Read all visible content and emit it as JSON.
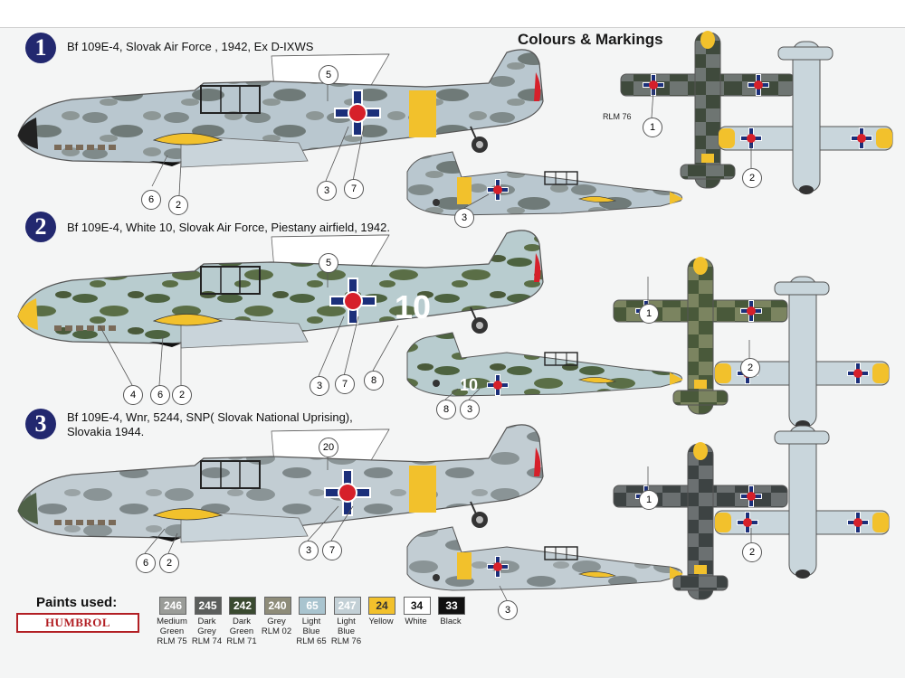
{
  "title": "Colours & Markings",
  "schemes": [
    {
      "number": "1",
      "caption_lines": [
        "Bf 109E-4, Slovak Air Force , 1942, Ex D-IXWS"
      ]
    },
    {
      "number": "2",
      "caption_lines": [
        "Bf 109E-4, White 10, Slovak Air Force, Piestany airfield, 1942."
      ]
    },
    {
      "number": "3",
      "caption_lines": [
        "Bf 109E-4, Wnr, 5244, SNP( Slovak National Uprising),",
        "Slovakia 1944."
      ]
    }
  ],
  "callouts": {
    "s1_side": [
      "5",
      "6",
      "2",
      "3",
      "7"
    ],
    "s1_small": [
      "3"
    ],
    "s1_top": [
      "RLM 76",
      "1",
      "2"
    ],
    "s2_side": [
      "5",
      "4",
      "6",
      "2",
      "3",
      "7",
      "8"
    ],
    "s2_small": [
      "8",
      "3"
    ],
    "s2_top": [
      "1",
      "2"
    ],
    "s3_side": [
      "20",
      "6",
      "2",
      "3",
      "7"
    ],
    "s3_small": [
      "3"
    ],
    "s3_top": [
      "1",
      "2"
    ]
  },
  "fuselage_codes": {
    "white_10": "10"
  },
  "paints_label": "Paints used:",
  "brand": "HUMBROL",
  "paints": [
    {
      "num": "246",
      "lines": [
        "Medium",
        "Green",
        "RLM 75"
      ],
      "color": "#9a9c98",
      "text_color": "#ffffff"
    },
    {
      "num": "245",
      "lines": [
        "Dark",
        "Grey",
        "RLM 74"
      ],
      "color": "#5b5e5c",
      "text_color": "#ffffff"
    },
    {
      "num": "242",
      "lines": [
        "Dark",
        "Green",
        "RLM 71"
      ],
      "color": "#3a4a30",
      "text_color": "#ffffff"
    },
    {
      "num": "240",
      "lines": [
        "Grey",
        "RLM 02"
      ],
      "color": "#8e8c79",
      "text_color": "#ffffff"
    },
    {
      "num": "65",
      "lines": [
        "Light",
        "Blue",
        "RLM 65"
      ],
      "color": "#a9c4cf",
      "text_color": "#ffffff"
    },
    {
      "num": "247",
      "lines": [
        "Light",
        "Blue",
        "RLM 76"
      ],
      "color": "#c3d0d6",
      "text_color": "#ffffff"
    },
    {
      "num": "24",
      "lines": [
        "Yellow"
      ],
      "color": "#f2c12c",
      "text_color": "#333333"
    },
    {
      "num": "34",
      "lines": [
        "White"
      ],
      "color": "#ffffff",
      "text_color": "#111111"
    },
    {
      "num": "33",
      "lines": [
        "Black"
      ],
      "color": "#111111",
      "text_color": "#ffffff"
    }
  ],
  "colors": {
    "badge": "#22286f",
    "brand_red": "#b21f24",
    "roundel_blue": "#1b2f7a",
    "roundel_red": "#d6202a",
    "yellow": "#f2c12c"
  }
}
